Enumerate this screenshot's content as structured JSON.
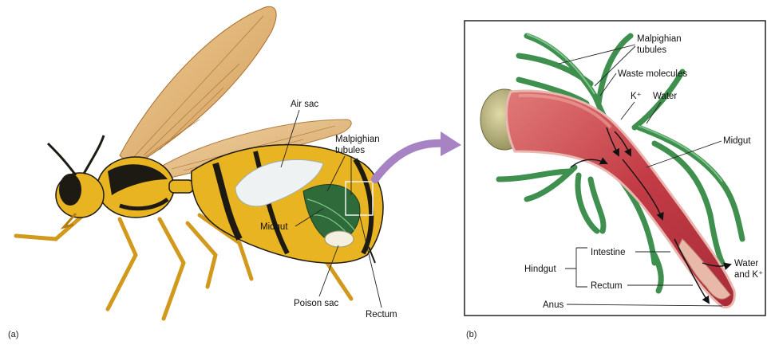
{
  "panel_a": {
    "tag": "(a)",
    "labels": {
      "air_sac": "Air sac",
      "malpighian_1": "Malpighian",
      "malpighian_2": "tubules",
      "midgut": "Midgut",
      "poison_sac": "Poison sac",
      "rectum": "Rectum"
    }
  },
  "panel_b": {
    "tag": "(b)",
    "labels": {
      "malpighian_1": "Malpighian",
      "malpighian_2": "tubules",
      "waste": "Waste molecules",
      "k_plus": "K⁺",
      "water": "Water",
      "midgut": "Midgut",
      "intestine": "Intestine",
      "hindgut": "Hindgut",
      "rectum": "Rectum",
      "anus": "Anus",
      "water_k_1": "Water",
      "water_k_2": "and K⁺"
    }
  },
  "colors": {
    "wasp_yellow": "#e8b422",
    "wasp_black": "#1c1a12",
    "wing": "#d9a35c",
    "gut_red": "#c8404a",
    "tubule_green": "#3f8f4e",
    "panel_border": "#222222",
    "arrow_purple": "#a783c4"
  }
}
